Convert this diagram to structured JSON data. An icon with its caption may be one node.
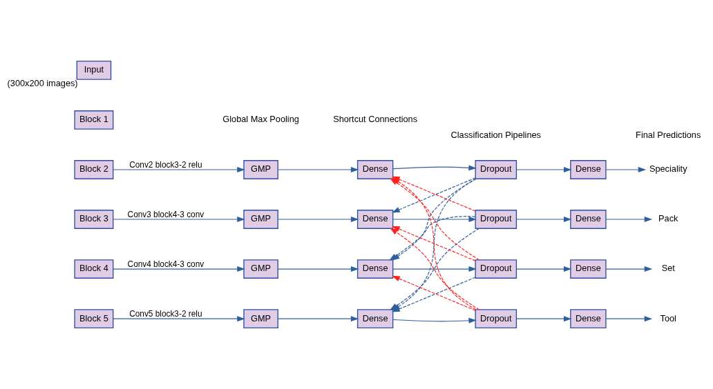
{
  "diagram": {
    "nodes": [
      {
        "text": [
          "Input"
        ],
        "beside": [
          "(300x200 images)"
        ]
      },
      {
        "text": [
          "Block 1"
        ]
      },
      {
        "text": [
          "Block 2"
        ]
      },
      {
        "text": [
          "GMP"
        ]
      },
      {
        "text": [
          "Dense"
        ]
      },
      {
        "text": [
          "Dropout"
        ]
      },
      {
        "text": [
          "Dense"
        ]
      },
      {
        "text": [
          "Speciality"
        ]
      },
      {
        "text": [
          "Block 3"
        ]
      },
      {
        "text": [
          "GMP"
        ]
      },
      {
        "text": [
          "Dense"
        ]
      },
      {
        "text": [
          "Dropout"
        ]
      },
      {
        "text": [
          "Dense"
        ]
      },
      {
        "text": [
          "Pack"
        ]
      },
      {
        "text": [
          "Block 4"
        ]
      },
      {
        "text": [
          "GMP"
        ]
      },
      {
        "text": [
          "Dense"
        ]
      },
      {
        "text": [
          "Dropout"
        ]
      },
      {
        "text": [
          "Dense"
        ]
      },
      {
        "text": [
          "Set"
        ]
      },
      {
        "text": [
          "Block 5"
        ]
      },
      {
        "text": [
          "GMP"
        ]
      },
      {
        "text": [
          "Dense"
        ]
      },
      {
        "text": [
          "Dropout"
        ]
      },
      {
        "text": [
          "Dense"
        ]
      },
      {
        "text": [
          "Tool"
        ]
      }
    ],
    "edges": [
      {
        "from": 2,
        "to": 3,
        "arrow": "to",
        "label": "Conv2 block3-2 relu"
      },
      {
        "from": 3,
        "to": 4,
        "arrow": "to"
      },
      {
        "from": 4,
        "to": 5,
        "arrow": "to"
      },
      {
        "from": 5,
        "to": 6,
        "arrow": "to"
      },
      {
        "from": 6,
        "to": 7,
        "arrow": "to"
      },
      {
        "from": 8,
        "to": 9,
        "arrow": "to",
        "label": "Conv3 block4-3 conv"
      },
      {
        "from": 9,
        "to": 10,
        "arrow": "to"
      },
      {
        "from": 10,
        "to": 11,
        "arrow": "to"
      },
      {
        "from": 11,
        "to": 12,
        "arrow": "to"
      },
      {
        "from": 12,
        "to": 13,
        "arrow": "to"
      },
      {
        "from": 14,
        "to": 15,
        "arrow": "to",
        "label": "Conv4 block4-3 conv"
      },
      {
        "from": 15,
        "to": 16,
        "arrow": "to"
      },
      {
        "from": 16,
        "to": 17,
        "arrow": "to"
      },
      {
        "from": 17,
        "to": 18,
        "arrow": "to"
      },
      {
        "from": 18,
        "to": 19,
        "arrow": "to"
      },
      {
        "from": 20,
        "to": 21,
        "arrow": "to",
        "label": "Conv5 block3-2 relu"
      },
      {
        "from": 21,
        "to": 22,
        "arrow": "to"
      },
      {
        "from": 22,
        "to": 23,
        "arrow": "to"
      },
      {
        "from": 23,
        "to": 24,
        "arrow": "to"
      },
      {
        "from": 24,
        "to": 25,
        "arrow": "to"
      },
      {
        "from": 5,
        "to": 10,
        "arrow": "to",
        "style": "dashed"
      },
      {
        "from": 5,
        "to": 16,
        "arrow": "to",
        "style": "dashed"
      },
      {
        "from": 5,
        "to": 22,
        "arrow": "to",
        "style": "dashed"
      },
      {
        "from": 11,
        "to": 16,
        "arrow": "to",
        "style": "dashed"
      },
      {
        "from": 11,
        "to": 22,
        "arrow": "to",
        "style": "dashed"
      },
      {
        "from": 17,
        "to": 22,
        "arrow": "to",
        "style": "dashed"
      },
      {
        "from": 11,
        "to": 4,
        "arrow": "to",
        "style": "dashed",
        "color": "#ff2020"
      },
      {
        "from": 17,
        "to": 4,
        "arrow": "to",
        "style": "dashed",
        "color": "#ff2020"
      },
      {
        "from": 17,
        "to": 10,
        "arrow": "to",
        "style": "dashed",
        "color": "#ff2020"
      },
      {
        "from": 23,
        "to": 4,
        "arrow": "to",
        "style": "dashed",
        "color": "#ff2020"
      },
      {
        "from": 23,
        "to": 10,
        "arrow": "to",
        "style": "dashed",
        "color": "#ff2020"
      },
      {
        "from": 23,
        "to": 16,
        "arrow": "to",
        "style": "dashed",
        "color": "#ff2020"
      }
    ],
    "labels": [
      "Classification Pipelines",
      "Final Predictions",
      "Global Max Pooling",
      "Shortcut Connections"
    ]
  }
}
